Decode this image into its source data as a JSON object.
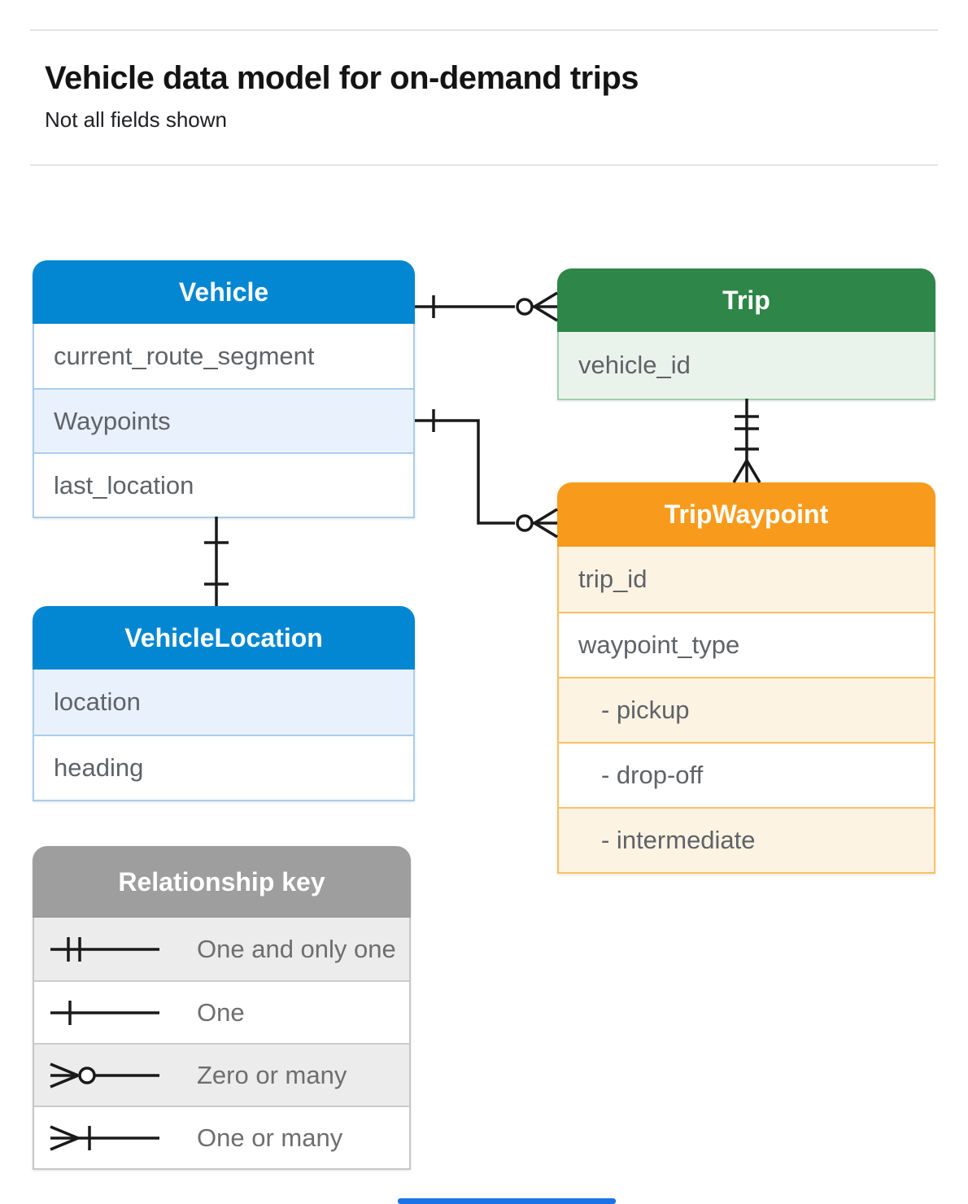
{
  "header": {
    "title": "Vehicle data model for on-demand trips",
    "subtitle": "Not all fields shown"
  },
  "entities": {
    "vehicle": {
      "title": "Vehicle",
      "fields": [
        {
          "label": "current_route_segment"
        },
        {
          "label": "Waypoints"
        },
        {
          "label": "last_location"
        }
      ]
    },
    "trip": {
      "title": "Trip",
      "fields": [
        {
          "label": "vehicle_id"
        }
      ]
    },
    "trip_waypoint": {
      "title": "TripWaypoint",
      "fields": [
        {
          "label": "trip_id"
        },
        {
          "label": "waypoint_type"
        },
        {
          "label": "- pickup"
        },
        {
          "label": "- drop-off"
        },
        {
          "label": "- intermediate"
        }
      ]
    },
    "vehicle_location": {
      "title": "VehicleLocation",
      "fields": [
        {
          "label": "location"
        },
        {
          "label": "heading"
        }
      ]
    }
  },
  "legend": {
    "title": "Relationship key",
    "items": [
      {
        "symbol": "one-and-only-one",
        "label": "One and only one"
      },
      {
        "symbol": "one",
        "label": "One"
      },
      {
        "symbol": "zero-or-many",
        "label": "Zero or many"
      },
      {
        "symbol": "one-or-many",
        "label": "One or many"
      }
    ]
  },
  "relationships": [
    {
      "from": "Vehicle",
      "to": "Trip",
      "from_cardinality": "one",
      "to_cardinality": "zero-or-many"
    },
    {
      "from": "Vehicle.Waypoints",
      "to": "TripWaypoint",
      "from_cardinality": "one",
      "to_cardinality": "zero-or-many"
    },
    {
      "from": "Vehicle.last_location",
      "to": "VehicleLocation",
      "cardinality": "one-and-only-one"
    },
    {
      "from": "Trip",
      "to": "TripWaypoint",
      "from_cardinality": "one-and-only-one",
      "to_cardinality": "one-or-many"
    }
  ],
  "colors": {
    "vehicle_header": "#0487d2",
    "vehicle_row_tint": "#e8f1fc",
    "trip_header": "#2e8648",
    "trip_row_tint": "#e9f3ec",
    "trip_waypoint_header": "#f89b1c",
    "trip_waypoint_row_tint": "#fdf3e3",
    "legend_header": "#9e9e9e",
    "legend_row_tint": "#ececec",
    "connector": "#1a1a1a",
    "accent_bar": "#1a73e8"
  }
}
